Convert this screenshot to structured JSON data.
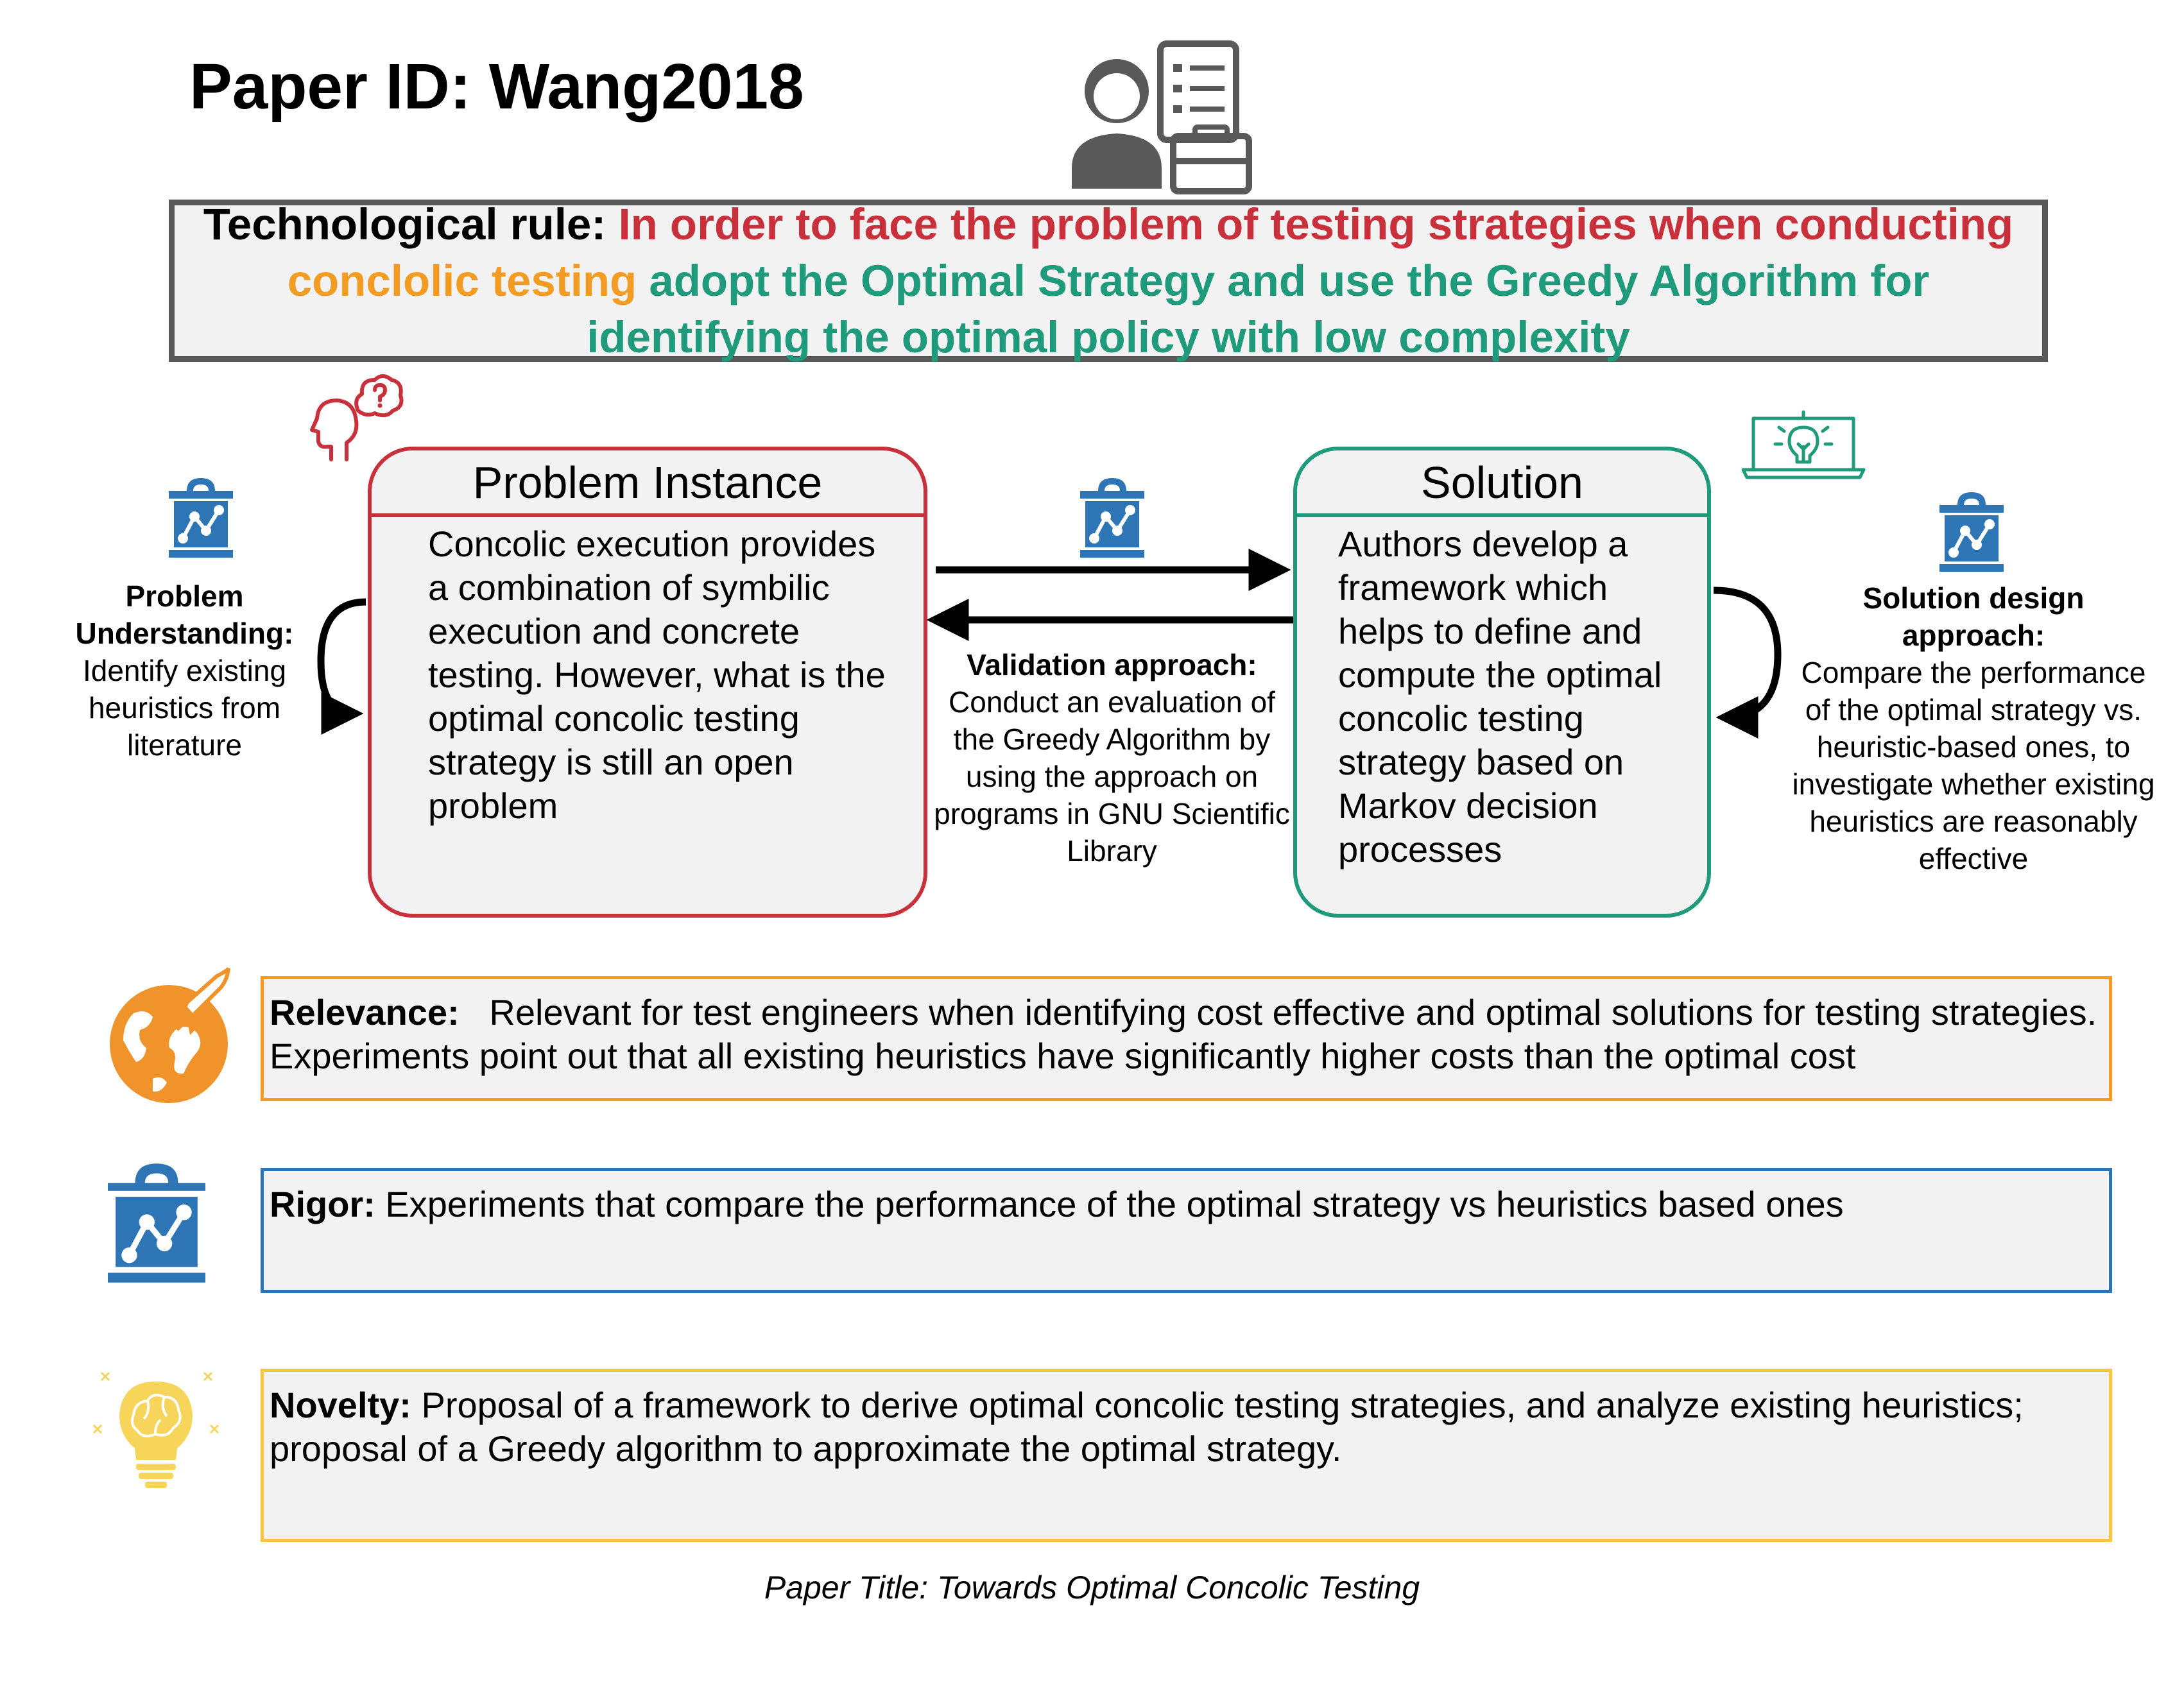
{
  "header": {
    "paper_id": "Paper ID: Wang2018"
  },
  "rule": {
    "label": "Technological rule:",
    "problem": "In order to face the problem of testing strategies  when conducting",
    "context": "conclolic testing",
    "solution": "adopt the Optimal Strategy and use the Greedy Algorithm for identifying the optimal policy with low complexity"
  },
  "problem_instance": {
    "title": "Problem Instance",
    "text": "Concolic execution provides a combination of symbilic execution and concrete testing. However, what is the optimal concolic testing strategy is still an open problem"
  },
  "solution": {
    "title": "Solution",
    "text": "Authors develop a framework which helps to define and compute the optimal concolic testing strategy based on Markov decision processes"
  },
  "problem_understanding": {
    "label": "Problem Understanding:",
    "text": "Identify existing heuristics from literature"
  },
  "validation": {
    "label": "Validation approach:",
    "text": "Conduct an evaluation of the Greedy Algorithm  by using the approach on programs in GNU Scientific Library"
  },
  "solution_design": {
    "label": "Solution design approach:",
    "text": "Compare the performance of the optimal strategy vs. heuristic-based ones, to investigate whether existing heuristics are reasonably effective"
  },
  "relevance": {
    "label": "Relevance:",
    "text": "Relevant for test engineers when identifying cost effective and optimal solutions for testing strategies. Experiments point out that all existing heuristics have significantly higher costs than the optimal cost"
  },
  "rigor": {
    "label": "Rigor:",
    "text": "Experiments that compare the performance of the optimal strategy vs heuristics based ones"
  },
  "novelty": {
    "label": "Novelty:",
    "text": "Proposal of a framework to derive optimal concolic testing strategies, and analyze existing heuristics; proposal of a Greedy algorithm to approximate the optimal strategy."
  },
  "footer": {
    "paper_title": "Paper Title:  Towards Optimal Concolic Testing"
  },
  "colors": {
    "problem": "#c8313b",
    "context": "#f39c24",
    "solution": "#1f9a7a",
    "rigor": "#2e75b6",
    "novelty": "#f7c540",
    "frame": "#595959"
  },
  "icons": [
    "business-person-icon",
    "thinking-head-icon",
    "laptop-lightbulb-icon",
    "rigor-chart-icon",
    "globe-rocket-icon",
    "brain-lightbulb-icon"
  ]
}
